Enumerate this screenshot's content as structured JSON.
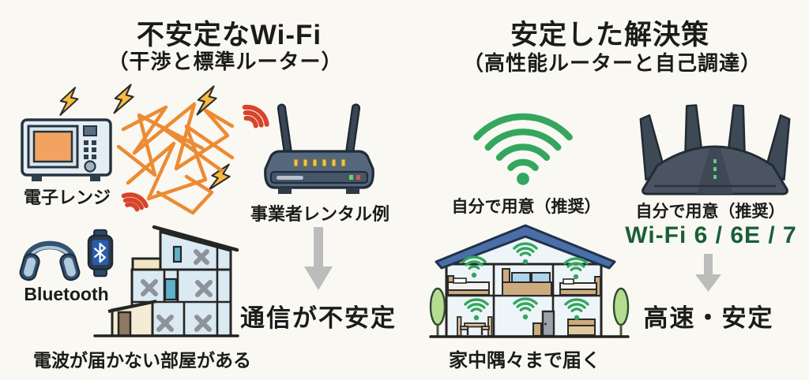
{
  "left": {
    "title": "不安定なWi-Fi",
    "subtitle": "（干渉と標準ルーター）",
    "microwave_label": "電子レンジ",
    "router_label": "事業者レンタル例",
    "bluetooth_label": "Bluetooth",
    "house_label": "電波が届かない部屋がある",
    "result": "通信が不安定"
  },
  "right": {
    "title": "安定した解決策",
    "subtitle": "（高性能ルーターと自己調達）",
    "wifi_label": "自分で用意（推奨）",
    "router_label": "自分で用意（推奨）",
    "wifi_standards": "Wi-Fi 6 / 6E / 7",
    "house_label": "家中隅々まで届く",
    "result": "高速・安定"
  },
  "colors": {
    "background": "#faf8f2",
    "text": "#1b1b1b",
    "accent_green": "#35a65e",
    "wifi_standards_green": "#1a5f38",
    "interference_orange": "#ec8b33",
    "signal_red": "#d8442b",
    "lightning_yellow": "#f6bc3f",
    "arrow_gray": "#bcbcbc",
    "roof_blue": "#4a6fa8",
    "room_blue": "#dbeaf2"
  }
}
